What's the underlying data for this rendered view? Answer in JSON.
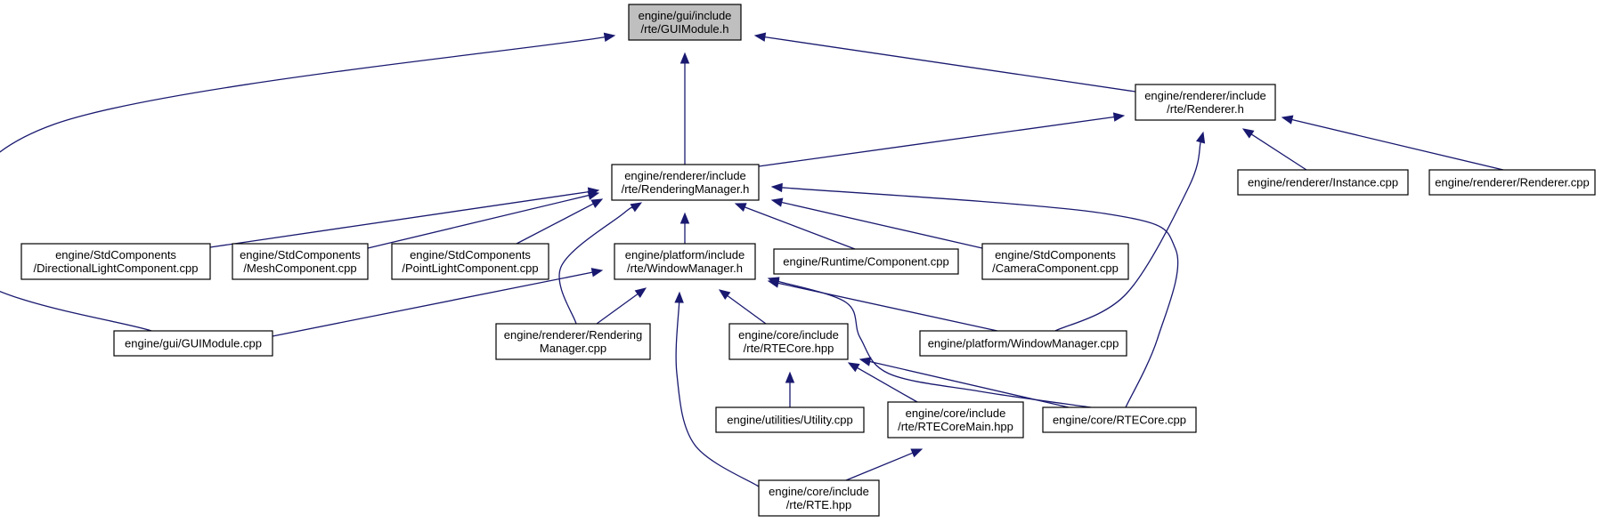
{
  "graph": {
    "title": "",
    "colors": {
      "edge": "#191970",
      "focus_fill": "#bfbfbf",
      "node_fill": "#ffffff",
      "node_border": "#000000"
    },
    "nodes": [
      {
        "id": "gui_h",
        "lines": [
          "engine/gui/include",
          "/rte/GUIModule.h"
        ],
        "focus": true
      },
      {
        "id": "renderer_h",
        "lines": [
          "engine/renderer/include",
          "/rte/Renderer.h"
        ]
      },
      {
        "id": "rm_h",
        "lines": [
          "engine/renderer/include",
          "/rte/RenderingManager.h"
        ]
      },
      {
        "id": "instance",
        "lines": [
          "engine/renderer/Instance.cpp"
        ]
      },
      {
        "id": "renderer_cpp",
        "lines": [
          "engine/renderer/Renderer.cpp"
        ]
      },
      {
        "id": "dlc",
        "lines": [
          "engine/StdComponents",
          "/DirectionalLightComponent.cpp"
        ]
      },
      {
        "id": "mesh",
        "lines": [
          "engine/StdComponents",
          "/MeshComponent.cpp"
        ]
      },
      {
        "id": "plc",
        "lines": [
          "engine/StdComponents",
          "/PointLightComponent.cpp"
        ]
      },
      {
        "id": "wm_h",
        "lines": [
          "engine/platform/include",
          "/rte/WindowManager.h"
        ]
      },
      {
        "id": "component",
        "lines": [
          "engine/Runtime/Component.cpp"
        ]
      },
      {
        "id": "camera",
        "lines": [
          "engine/StdComponents",
          "/CameraComponent.cpp"
        ]
      },
      {
        "id": "gui_cpp",
        "lines": [
          "engine/gui/GUIModule.cpp"
        ]
      },
      {
        "id": "rm_cpp",
        "lines": [
          "engine/renderer/Rendering",
          "Manager.cpp"
        ]
      },
      {
        "id": "core_hpp",
        "lines": [
          "engine/core/include",
          "/rte/RTECore.hpp"
        ]
      },
      {
        "id": "wm_cpp",
        "lines": [
          "engine/platform/WindowManager.cpp"
        ]
      },
      {
        "id": "utility",
        "lines": [
          "engine/utilities/Utility.cpp"
        ]
      },
      {
        "id": "coremain",
        "lines": [
          "engine/core/include",
          "/rte/RTECoreMain.hpp"
        ]
      },
      {
        "id": "core_cpp",
        "lines": [
          "engine/core/RTECore.cpp"
        ]
      },
      {
        "id": "rte_hpp",
        "lines": [
          "engine/core/include",
          "/rte/RTE.hpp"
        ]
      }
    ],
    "edges": [
      {
        "from": "gui_cpp",
        "to": "gui_h"
      },
      {
        "from": "rm_h",
        "to": "gui_h"
      },
      {
        "from": "renderer_h",
        "to": "gui_h"
      },
      {
        "from": "rm_h",
        "to": "renderer_h"
      },
      {
        "from": "instance",
        "to": "renderer_h"
      },
      {
        "from": "renderer_cpp",
        "to": "renderer_h"
      },
      {
        "from": "wm_cpp",
        "to": "renderer_h"
      },
      {
        "from": "dlc",
        "to": "rm_h"
      },
      {
        "from": "mesh",
        "to": "rm_h"
      },
      {
        "from": "plc",
        "to": "rm_h"
      },
      {
        "from": "rm_cpp",
        "to": "rm_h"
      },
      {
        "from": "wm_h",
        "to": "rm_h"
      },
      {
        "from": "component",
        "to": "rm_h"
      },
      {
        "from": "camera",
        "to": "rm_h"
      },
      {
        "from": "core_cpp",
        "to": "rm_h"
      },
      {
        "from": "gui_cpp",
        "to": "wm_h"
      },
      {
        "from": "rm_cpp",
        "to": "wm_h"
      },
      {
        "from": "core_hpp",
        "to": "wm_h"
      },
      {
        "from": "wm_cpp",
        "to": "wm_h"
      },
      {
        "from": "core_cpp",
        "to": "wm_h"
      },
      {
        "from": "rte_hpp",
        "to": "wm_h"
      },
      {
        "from": "utility",
        "to": "core_hpp"
      },
      {
        "from": "coremain",
        "to": "core_hpp"
      },
      {
        "from": "core_cpp",
        "to": "core_hpp"
      },
      {
        "from": "rte_hpp",
        "to": "coremain"
      }
    ]
  }
}
